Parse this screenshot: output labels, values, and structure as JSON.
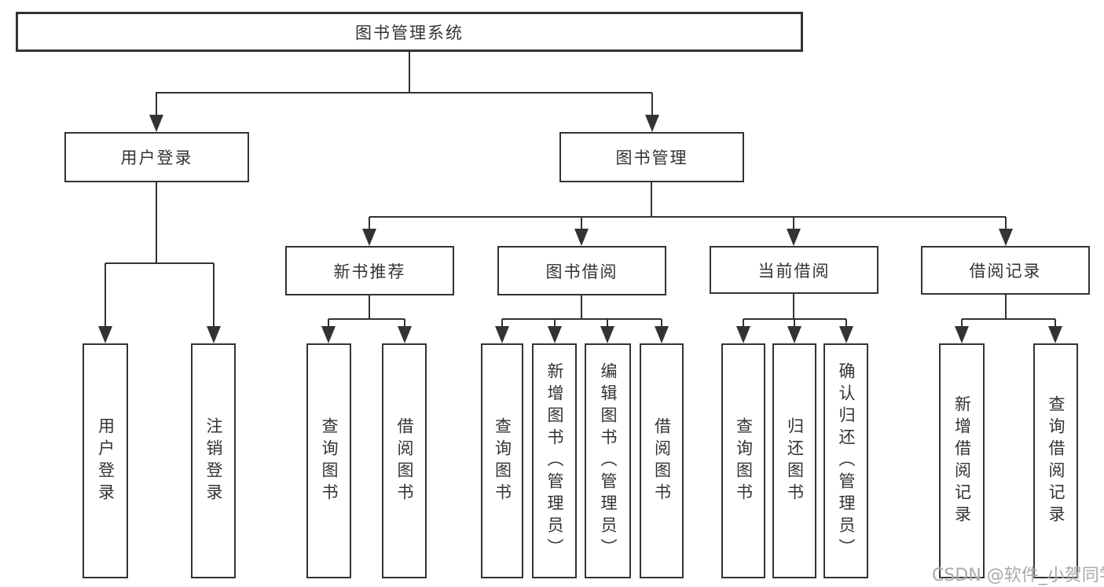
{
  "diagram": {
    "tree": {
      "root": {
        "label": "图书管理系统",
        "children": [
          {
            "label": "用户登录",
            "children": [
              {
                "label": "用户登录"
              },
              {
                "label": "注销登录"
              }
            ]
          },
          {
            "label": "图书管理",
            "children": [
              {
                "label": "新书推荐",
                "children": [
                  {
                    "label": "查询图书"
                  },
                  {
                    "label": "借阅图书"
                  }
                ]
              },
              {
                "label": "图书借阅",
                "children": [
                  {
                    "label": "查询图书"
                  },
                  {
                    "label": "新增图书（管理员）"
                  },
                  {
                    "label": "编辑图书（管理员）"
                  },
                  {
                    "label": "借阅图书"
                  }
                ]
              },
              {
                "label": "当前借阅",
                "children": [
                  {
                    "label": "查询图书"
                  },
                  {
                    "label": "归还图书"
                  },
                  {
                    "label": "确认归还（管理员）"
                  }
                ]
              },
              {
                "label": "借阅记录",
                "children": [
                  {
                    "label": "新增借阅记录"
                  },
                  {
                    "label": "查询借阅记录"
                  }
                ]
              }
            ]
          }
        ]
      }
    },
    "colors": {
      "line": "#333333",
      "box_border": "#333333",
      "box_background": "#ffffff",
      "text": "#333333",
      "watermark": "#949494"
    }
  },
  "watermark": {
    "text": "CSDN @软件_小贺同学"
  }
}
